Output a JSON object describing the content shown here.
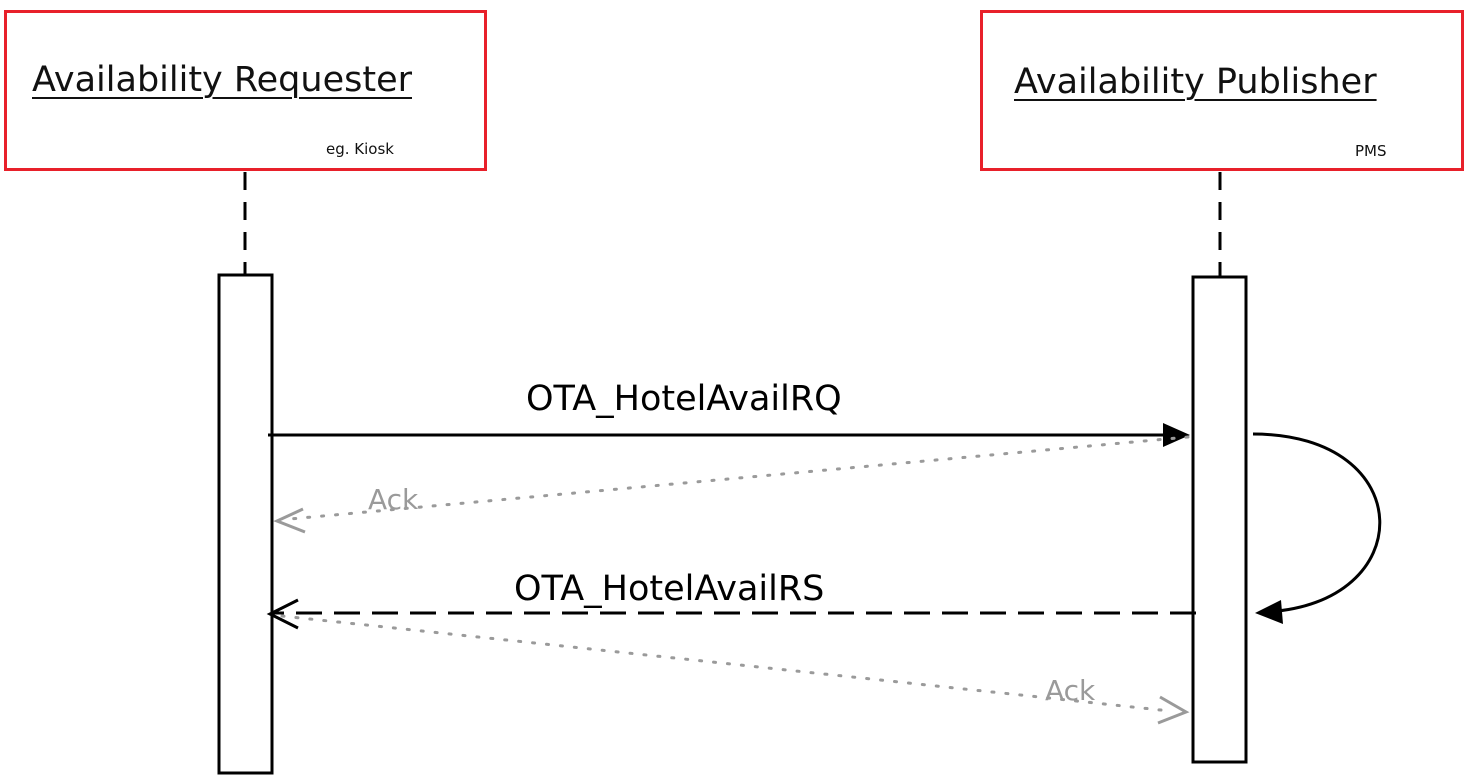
{
  "participants": {
    "requester": {
      "title": "Availability Requester",
      "subtitle": "eg. Kiosk"
    },
    "publisher": {
      "title": "Availability Publisher",
      "subtitle": "PMS"
    }
  },
  "messages": {
    "request": "OTA_HotelAvailRQ",
    "ack_to_requester": "Ack",
    "response": "OTA_HotelAvailRS",
    "ack_to_publisher": "Ack"
  },
  "colors": {
    "participant_border": "#e8202a",
    "message_line": "#000000",
    "ack_line": "#9a9a9a"
  }
}
